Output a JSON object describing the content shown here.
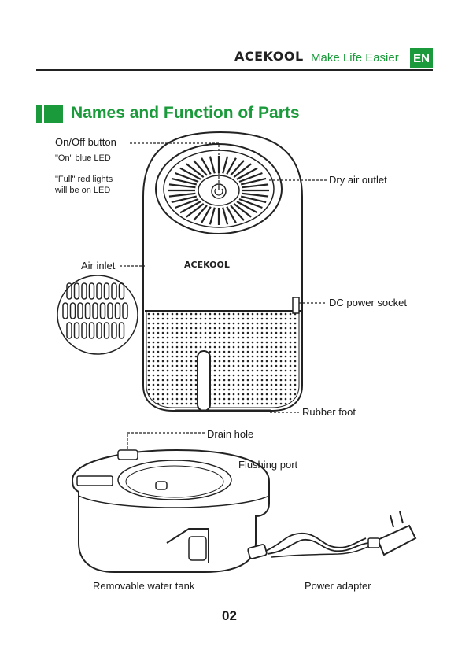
{
  "header": {
    "brand": "ACEKOOL",
    "tagline": "Make Life Easier",
    "lang": "EN"
  },
  "section": {
    "title": "Names and Function of Parts"
  },
  "labels": {
    "on_off_button": "On/Off button",
    "on_led": "\"On\" blue LED",
    "full_led_line1": "\"Full\" red lights",
    "full_led_line2": "will be on LED",
    "dry_air_outlet": "Dry air outlet",
    "air_inlet": "Air inlet",
    "dc_power_socket": "DC power socket",
    "rubber_foot": "Rubber foot",
    "drain_hole": "Drain hole",
    "flushing_port": "Flushing port",
    "water_tank": "Removable water tank",
    "power_adapter": "Power adapter"
  },
  "device_logo": "ACEKOOL",
  "page_number": "02"
}
